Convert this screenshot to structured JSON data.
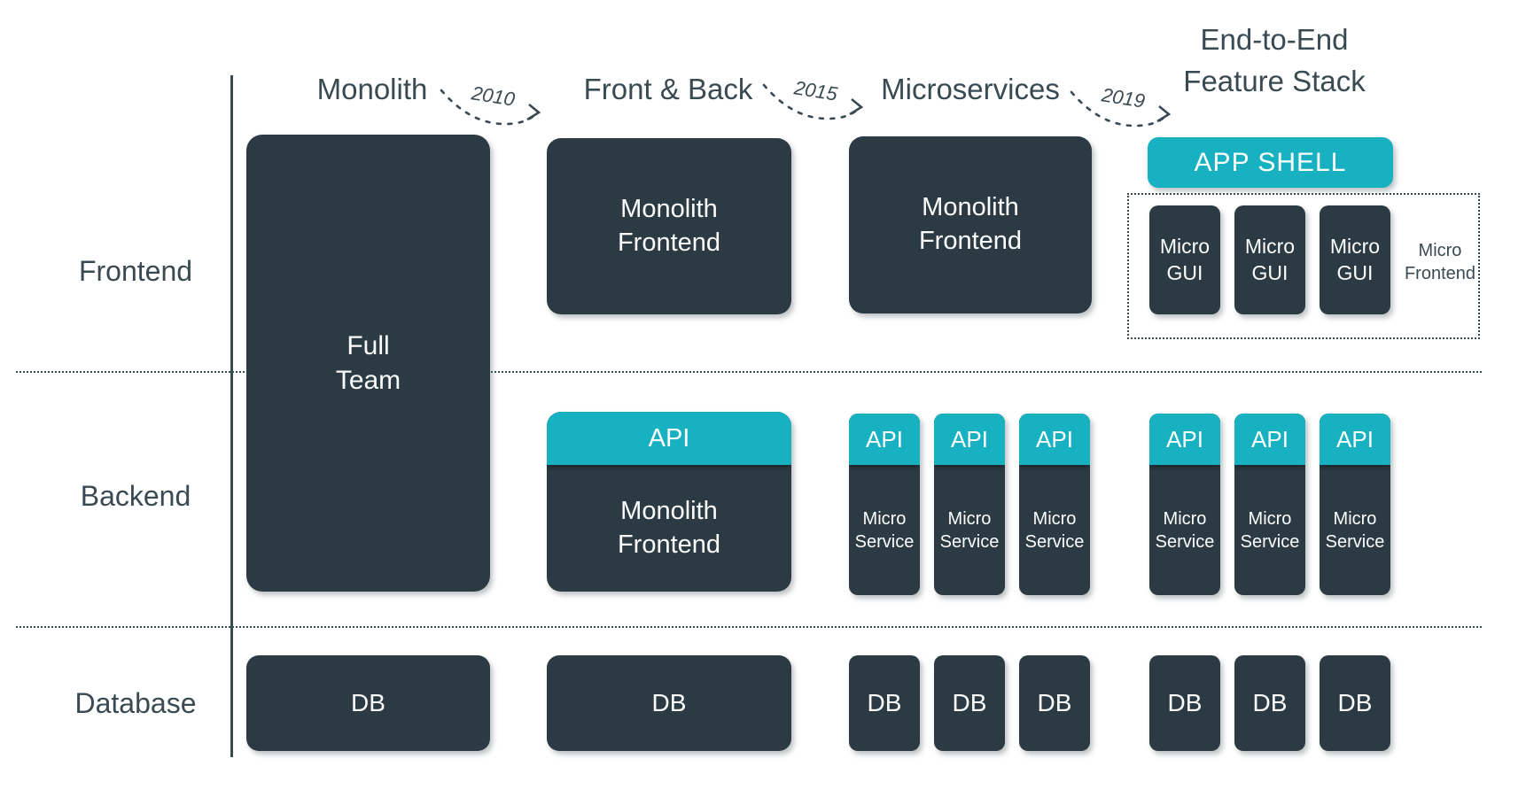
{
  "colors": {
    "dark": "#2c3b43",
    "teal": "#17b1c1",
    "ink": "#3a4a52"
  },
  "headers": {
    "monolith": "Monolith",
    "front_back": "Front & Back",
    "microservices": "Microservices",
    "e2e": "End-to-End\nFeature Stack"
  },
  "years": {
    "y2010": "2010",
    "y2015": "2015",
    "y2019": "2019"
  },
  "rows": {
    "frontend": "Frontend",
    "backend": "Backend",
    "database": "Database"
  },
  "monolith_col": {
    "full_team": "Full\nTeam",
    "db": "DB"
  },
  "front_back_col": {
    "frontend": "Monolith\nFrontend",
    "api": "API",
    "backend": "Monolith\nFrontend",
    "db": "DB"
  },
  "microservices_col": {
    "frontend": "Monolith\nFrontend",
    "services": [
      {
        "api": "API",
        "name": "Micro\nService"
      },
      {
        "api": "API",
        "name": "Micro\nService"
      },
      {
        "api": "API",
        "name": "Micro\nService"
      }
    ],
    "dbs": [
      "DB",
      "DB",
      "DB"
    ]
  },
  "e2e_col": {
    "app_shell": "APP SHELL",
    "guis": [
      "Micro\nGUI",
      "Micro\nGUI",
      "Micro\nGUI"
    ],
    "micro_frontend": "Micro\nFrontend",
    "services": [
      {
        "api": "API",
        "name": "Micro\nService"
      },
      {
        "api": "API",
        "name": "Micro\nService"
      },
      {
        "api": "API",
        "name": "Micro\nService"
      }
    ],
    "dbs": [
      "DB",
      "DB",
      "DB"
    ]
  }
}
